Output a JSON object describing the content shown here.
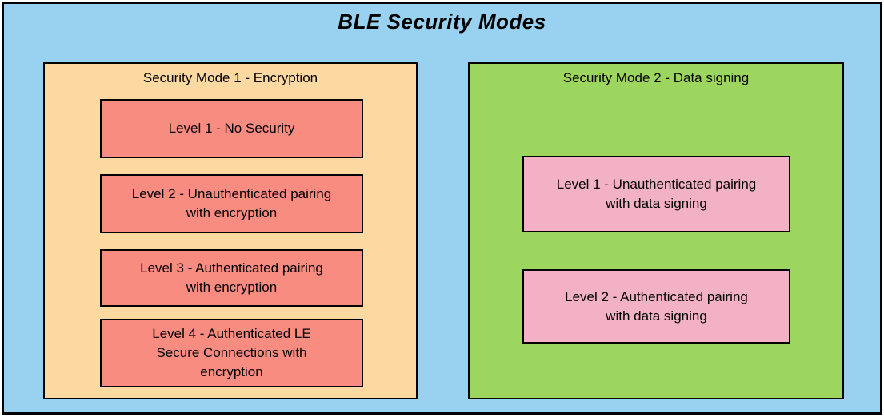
{
  "title": "BLE Security Modes",
  "colors": {
    "canvas_background": "#99d2f0",
    "outline": "#000000",
    "mode1_fill": "#fdd9a2",
    "mode1_level_fill": "#f98c80",
    "mode2_fill": "#9cd65f",
    "mode2_level_fill": "#f2b1c4"
  },
  "groups": [
    {
      "label": "Security Mode 1 - Encryption",
      "levels": [
        {
          "text": "Level 1 - No Security"
        },
        {
          "text": "Level 2 - Unauthenticated pairing\nwith encryption"
        },
        {
          "text": "Level 3 - Authenticated pairing\nwith encryption"
        },
        {
          "text": "Level 4 - Authenticated LE\nSecure Connections with\nencryption"
        }
      ]
    },
    {
      "label": "Security Mode 2 - Data signing",
      "levels": [
        {
          "text": "Level 1 - Unauthenticated pairing\nwith data signing"
        },
        {
          "text": "Level 2 - Authenticated pairing\nwith data signing"
        }
      ]
    }
  ]
}
